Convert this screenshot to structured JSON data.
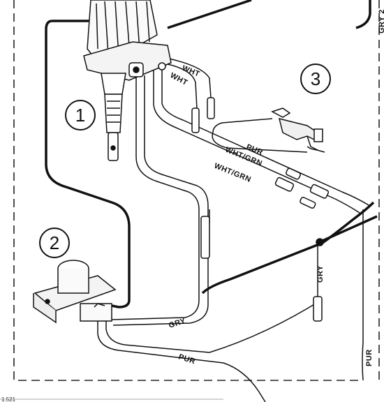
{
  "callouts": [
    {
      "number": "1",
      "component": "distributor"
    },
    {
      "number": "2",
      "component": "ignition-coil"
    },
    {
      "number": "3",
      "component": "connector-bracket"
    }
  ],
  "wire_labels": {
    "wht_a": "WHT",
    "wht_b": "WHT",
    "pur_top": "PUR",
    "wht_grn_a": "WHT/GRN",
    "wht_grn_b": "WHT/GRN",
    "gry_vertical": "GRY",
    "gry_lower": "GRY",
    "pur_lower": "PUR",
    "gry_top_right": "GRY 2",
    "pur_right": "PUR"
  },
  "footer": "1.521"
}
